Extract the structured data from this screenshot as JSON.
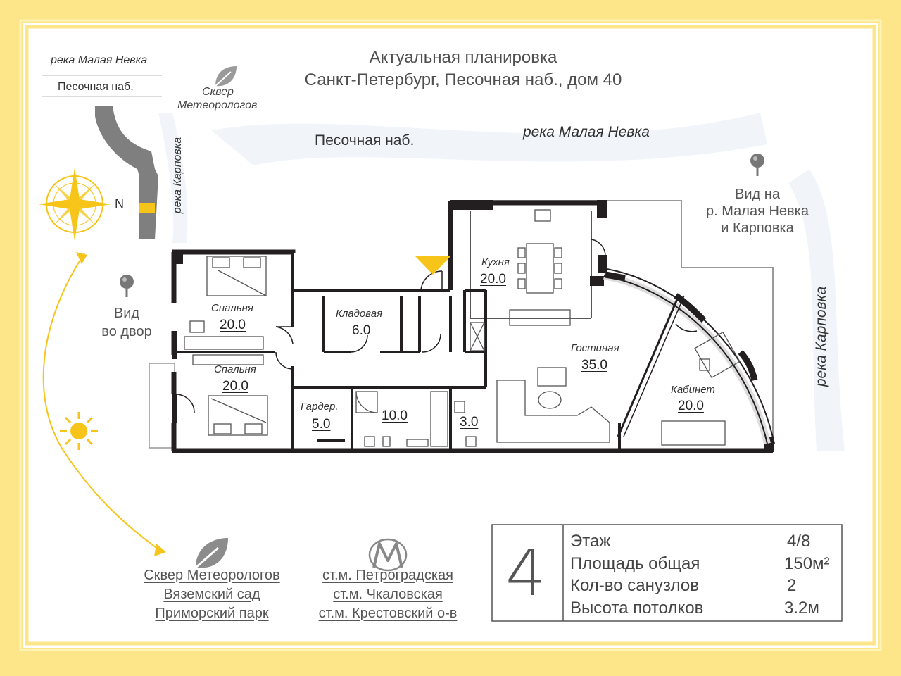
{
  "header": {
    "title_line1": "Актуальная планировка",
    "title_line2": "Санкт-Петербург, Песочная наб., дом 40"
  },
  "map_labels": {
    "river_top_left": "река  Малая Невка",
    "street_top_left": "Песочная наб.",
    "park": "Сквер\nМетеорологов",
    "park_line1": "Сквер",
    "park_line2": "Метеорологов",
    "river_karpovka_left": "река  Карповка",
    "compass_north": "N",
    "street_main": "Песочная наб.",
    "river_malaya_nevka": "река  Малая Невка",
    "river_karpovka_right": "река  Карповка"
  },
  "views": {
    "courtyard_line1": "Вид",
    "courtyard_line2": "во двор",
    "river_line1": "Вид на",
    "river_line2": "р. Малая Невка",
    "river_line3": "и Карповка"
  },
  "rooms": [
    {
      "name": "Спальня",
      "area": "20.0"
    },
    {
      "name": "Спальня",
      "area": "20.0"
    },
    {
      "name": "Кладовая",
      "area": "6.0"
    },
    {
      "name": "Гардер.",
      "area": "5.0"
    },
    {
      "name": "",
      "area": "10.0"
    },
    {
      "name": "",
      "area": "3.0"
    },
    {
      "name": "Кухня",
      "area": "20.0"
    },
    {
      "name": "Гостиная",
      "area": "35.0"
    },
    {
      "name": "Кабинет",
      "area": "20.0"
    }
  ],
  "poi": {
    "parks": [
      "Сквер Метеорологов",
      "Вяземский сад",
      "Приморский парк"
    ],
    "metro": [
      "ст.м. Петроградская",
      "ст.м. Чкаловская",
      "ст.м. Крестовский о-в"
    ]
  },
  "info": {
    "rooms_count": "4",
    "rows": [
      {
        "label": "Этаж",
        "value": "4/8"
      },
      {
        "label": "Площадь общая",
        "value": "150м²"
      },
      {
        "label": "Кол-во санузлов",
        "value": "2"
      },
      {
        "label": "Высота потолков",
        "value": "3.2м"
      }
    ]
  },
  "colors": {
    "frame": "#fde58a",
    "inner_border": "#fff6c9",
    "wall": "#231f20",
    "sun": "#f7c51a",
    "arrow": "#f7c51a"
  },
  "icons": [
    "leaf-icon",
    "pin-icon",
    "compass-icon",
    "sun-icon",
    "metro-icon",
    "arrow-marker-icon"
  ]
}
